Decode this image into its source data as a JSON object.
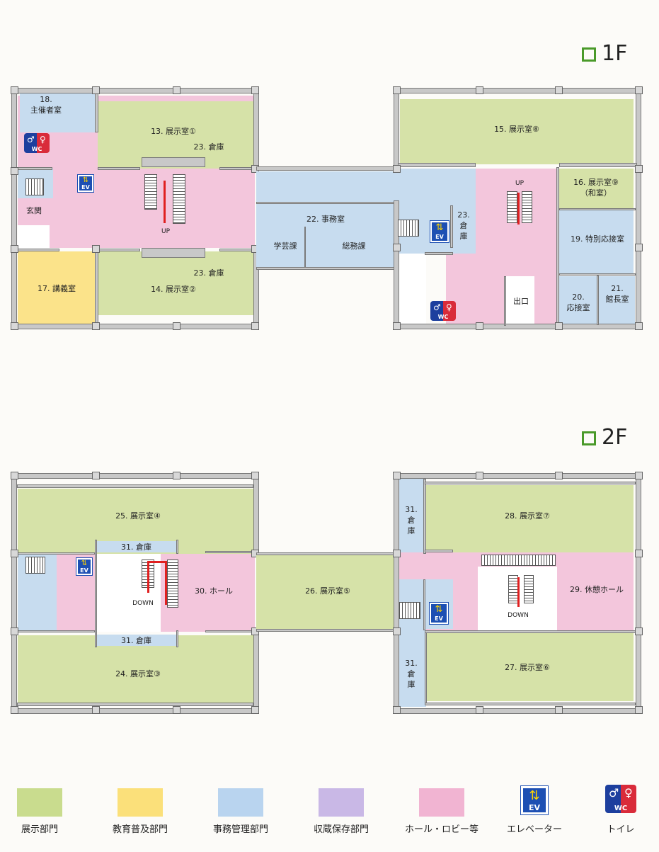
{
  "floors": {
    "f1": {
      "title": "1F",
      "rooms": {
        "r18": "18.\n主催者室",
        "r13": "13. 展示室①",
        "r23a": "23. 倉庫",
        "r23b": "23. 倉庫",
        "r14": "14. 展示室②",
        "r17": "17. 講義室",
        "entrance": "玄関",
        "r15": "15. 展示室⑧",
        "r16": "16. 展示室⑨\n（和室）",
        "r22": "22. 事務室",
        "gakugei": "学芸課",
        "soumu": "総務課",
        "r23c": "23.\n倉\n庫",
        "r19": "19. 特別応接室",
        "r20": "20.\n応接室",
        "r21": "21.\n館長室",
        "exit": "出口"
      },
      "up_left": "UP",
      "up_right": "UP"
    },
    "f2": {
      "title": "2F",
      "rooms": {
        "r25": "25. 展示室④",
        "r31a": "31. 倉庫",
        "r31b": "31. 倉庫",
        "r30": "30. ホール",
        "r24": "24. 展示室③",
        "r26": "26. 展示室⑤",
        "r31c": "31.\n倉\n庫",
        "r31d": "31.\n倉\n庫",
        "r28": "28. 展示室⑦",
        "r29": "29. 休憩ホール",
        "r27": "27. 展示室⑥"
      },
      "down_left": "DOWN",
      "down_right": "DOWN"
    }
  },
  "icons": {
    "ev_text": "EV",
    "wc_text": "WC"
  },
  "legend": [
    {
      "label": "展示部門",
      "color": "#c9dc8e"
    },
    {
      "label": "教育普及部門",
      "color": "#fbe07a"
    },
    {
      "label": "事務管理部門",
      "color": "#b9d4ef"
    },
    {
      "label": "収蔵保存部門",
      "color": "#c9b8e6"
    },
    {
      "label": "ホール・ロビー等",
      "color": "#f1b4d2"
    },
    {
      "label": "エレベーター",
      "icon": "elevator-icon"
    },
    {
      "label": "トイレ",
      "icon": "toilet-icon"
    }
  ]
}
